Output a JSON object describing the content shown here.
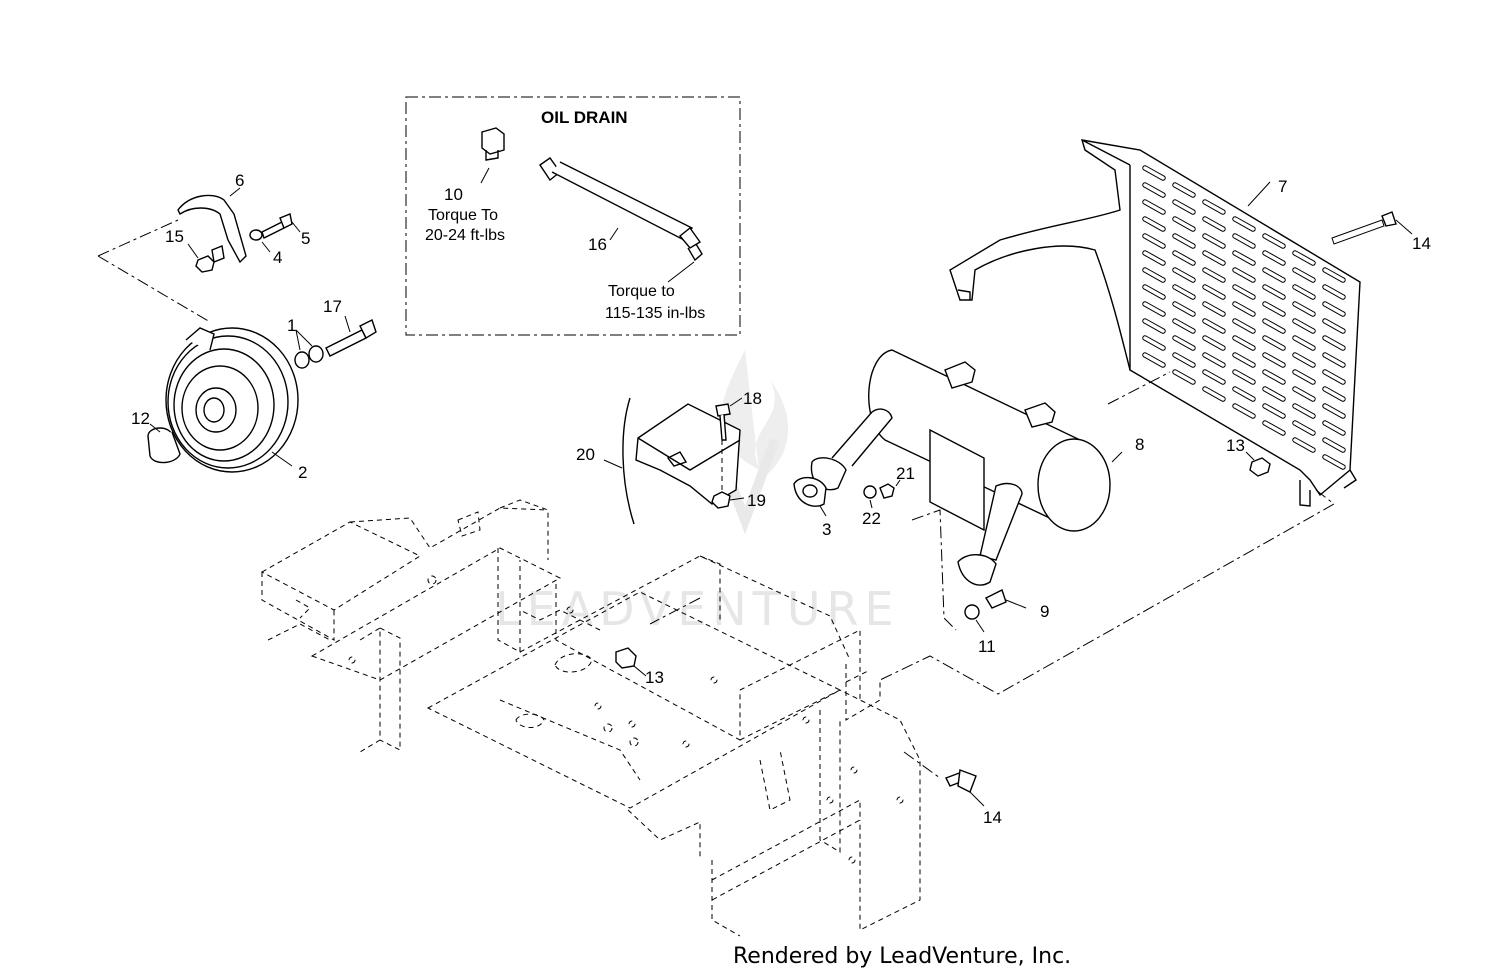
{
  "inset": {
    "title": "OIL DRAIN",
    "note_10_line1": "Torque To",
    "note_10_line2": "20-24 ft-lbs",
    "note_16_line1": "Torque to",
    "note_16_line2": "115-135 in-lbs"
  },
  "callouts": {
    "c1": "1",
    "c2": "2",
    "c3": "3",
    "c4": "4",
    "c5": "5",
    "c6": "6",
    "c7": "7",
    "c8": "8",
    "c9": "9",
    "c10": "10",
    "c11": "11",
    "c12": "12",
    "c13a": "13",
    "c13b": "13",
    "c14a": "14",
    "c14b": "14",
    "c15": "15",
    "c16": "16",
    "c17": "17",
    "c18": "18",
    "c19": "19",
    "c20": "20",
    "c21": "21",
    "c22": "22"
  },
  "watermark": "LEADVENTURE",
  "footer": "Rendered by LeadVenture, Inc.",
  "colors": {
    "ink": "#000000",
    "paper": "#ffffff",
    "watermark": "#e6e6e6"
  }
}
